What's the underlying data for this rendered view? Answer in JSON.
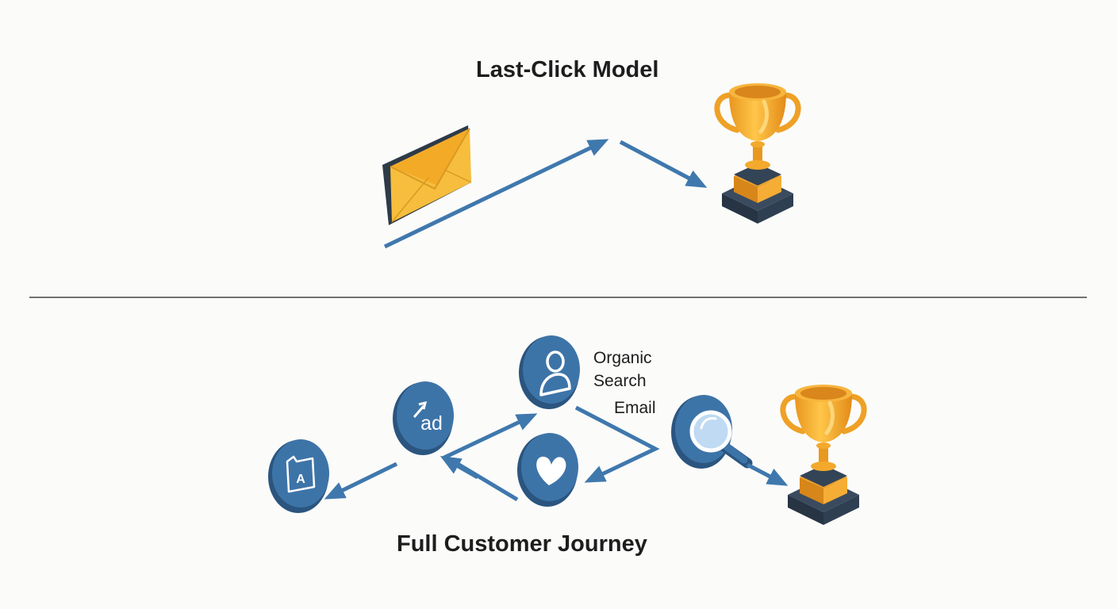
{
  "top_section": {
    "title": "Last-Click Model",
    "icons": [
      "envelope-icon",
      "trophy-icon"
    ]
  },
  "bottom_section": {
    "title": "Full Customer Journey",
    "labels": {
      "organic": "Organic",
      "search": "Search",
      "email": "Email"
    },
    "icons": [
      "display-ad-icon",
      "ad-icon",
      "user-icon",
      "heart-icon",
      "magnifier-icon",
      "trophy-icon"
    ]
  },
  "colors": {
    "arrow_blue": "#3f78ad",
    "icon_blue": "#3d74a8",
    "icon_blue_dark": "#2b557f",
    "gold": "#f3a92c",
    "gold_light": "#ffd066",
    "envelope_yellow": "#f7bd3c",
    "base_dark": "#2f3f52",
    "divider": "#444444"
  }
}
